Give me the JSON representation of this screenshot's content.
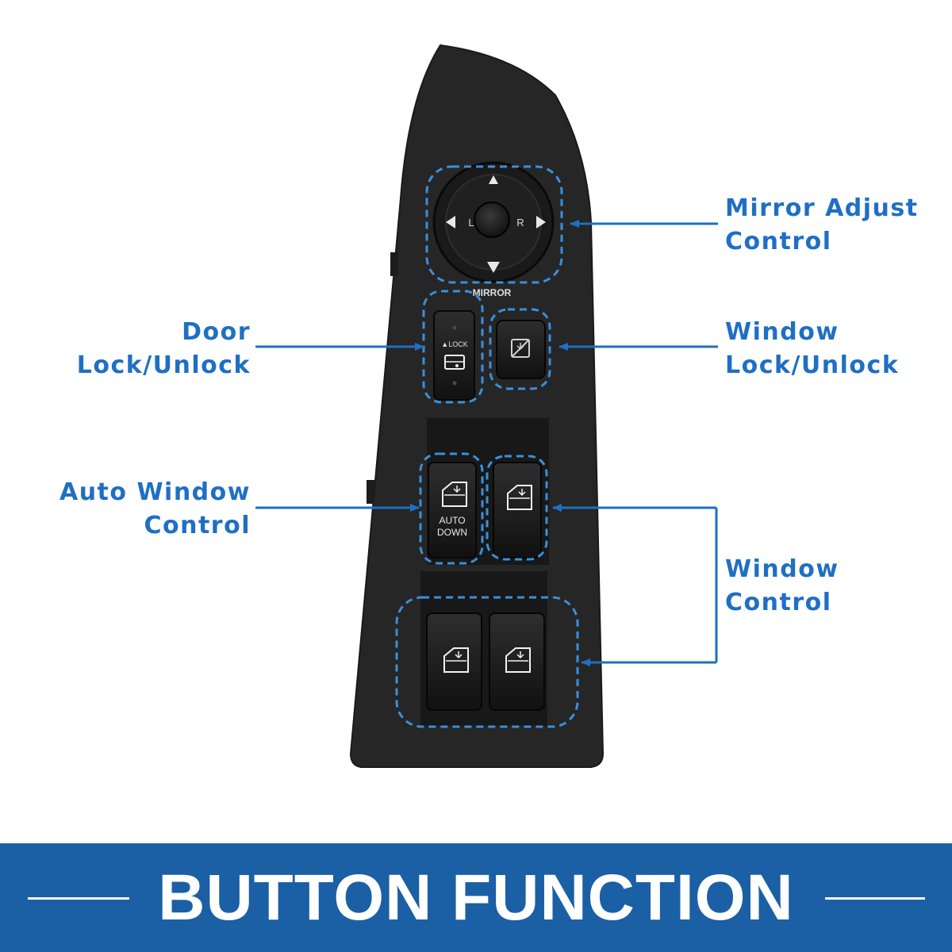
{
  "callouts": {
    "mirror_adjust": {
      "line1": "Mirror Adjust",
      "line2": "Control"
    },
    "door_lock": {
      "line1": "Door",
      "line2": "Lock/Unlock"
    },
    "window_lock": {
      "line1": "Window",
      "line2": "Lock/Unlock"
    },
    "auto_window": {
      "line1": "Auto Window",
      "line2": "Control"
    },
    "window_control": {
      "line1": "Window",
      "line2": "Control"
    }
  },
  "panel_text": {
    "mirror_label": "MIRROR",
    "mirror_left": "L",
    "mirror_right": "R",
    "lock_label": "▲LOCK",
    "auto_label_1": "AUTO",
    "auto_label_2": "DOWN"
  },
  "banner": {
    "title": "BUTTON FUNCTION"
  },
  "colors": {
    "accent_blue": "#1f6fc4",
    "banner_blue": "#1b5fa5",
    "panel_black": "#262626",
    "button_black": "#141414"
  }
}
